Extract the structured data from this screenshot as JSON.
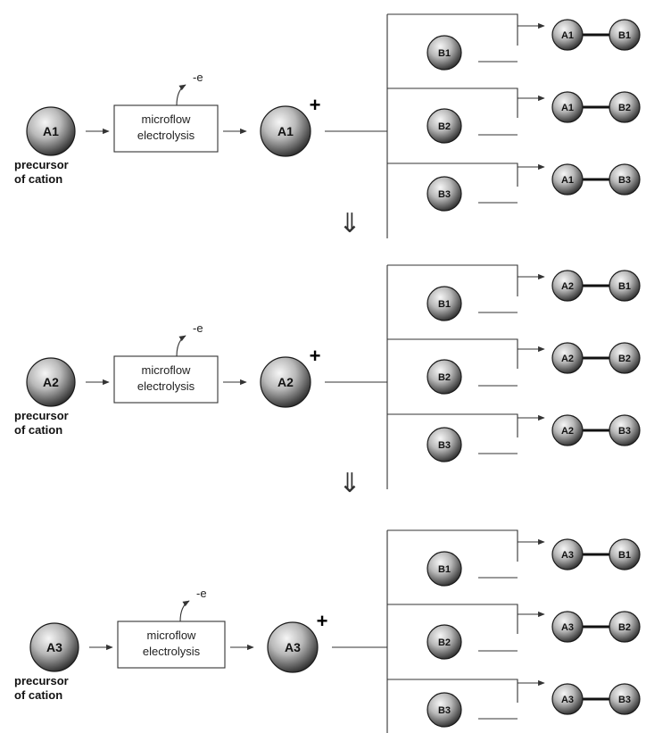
{
  "process_label_line1": "microflow",
  "process_label_line2": "electrolysis",
  "electron_label": "-e",
  "precursor_line1": "precursor",
  "precursor_line2": "of cation",
  "plus_symbol": "+",
  "down_arrow": "⇓",
  "rows": [
    {
      "cation": "A1",
      "nucleophiles": [
        "B1",
        "B2",
        "B3"
      ],
      "products": [
        [
          "A1",
          "B1"
        ],
        [
          "A1",
          "B2"
        ],
        [
          "A1",
          "B3"
        ]
      ]
    },
    {
      "cation": "A2",
      "nucleophiles": [
        "B1",
        "B2",
        "B3"
      ],
      "products": [
        [
          "A2",
          "B1"
        ],
        [
          "A2",
          "B2"
        ],
        [
          "A2",
          "B3"
        ]
      ]
    },
    {
      "cation": "A3",
      "nucleophiles": [
        "B1",
        "B2",
        "B3"
      ],
      "products": [
        [
          "A3",
          "B1"
        ],
        [
          "A3",
          "B2"
        ],
        [
          "A3",
          "B3"
        ]
      ]
    }
  ],
  "colors": {
    "line": "#333333",
    "sphere_light": "#f4f4f4",
    "sphere_dark": "#2a2a2a"
  }
}
